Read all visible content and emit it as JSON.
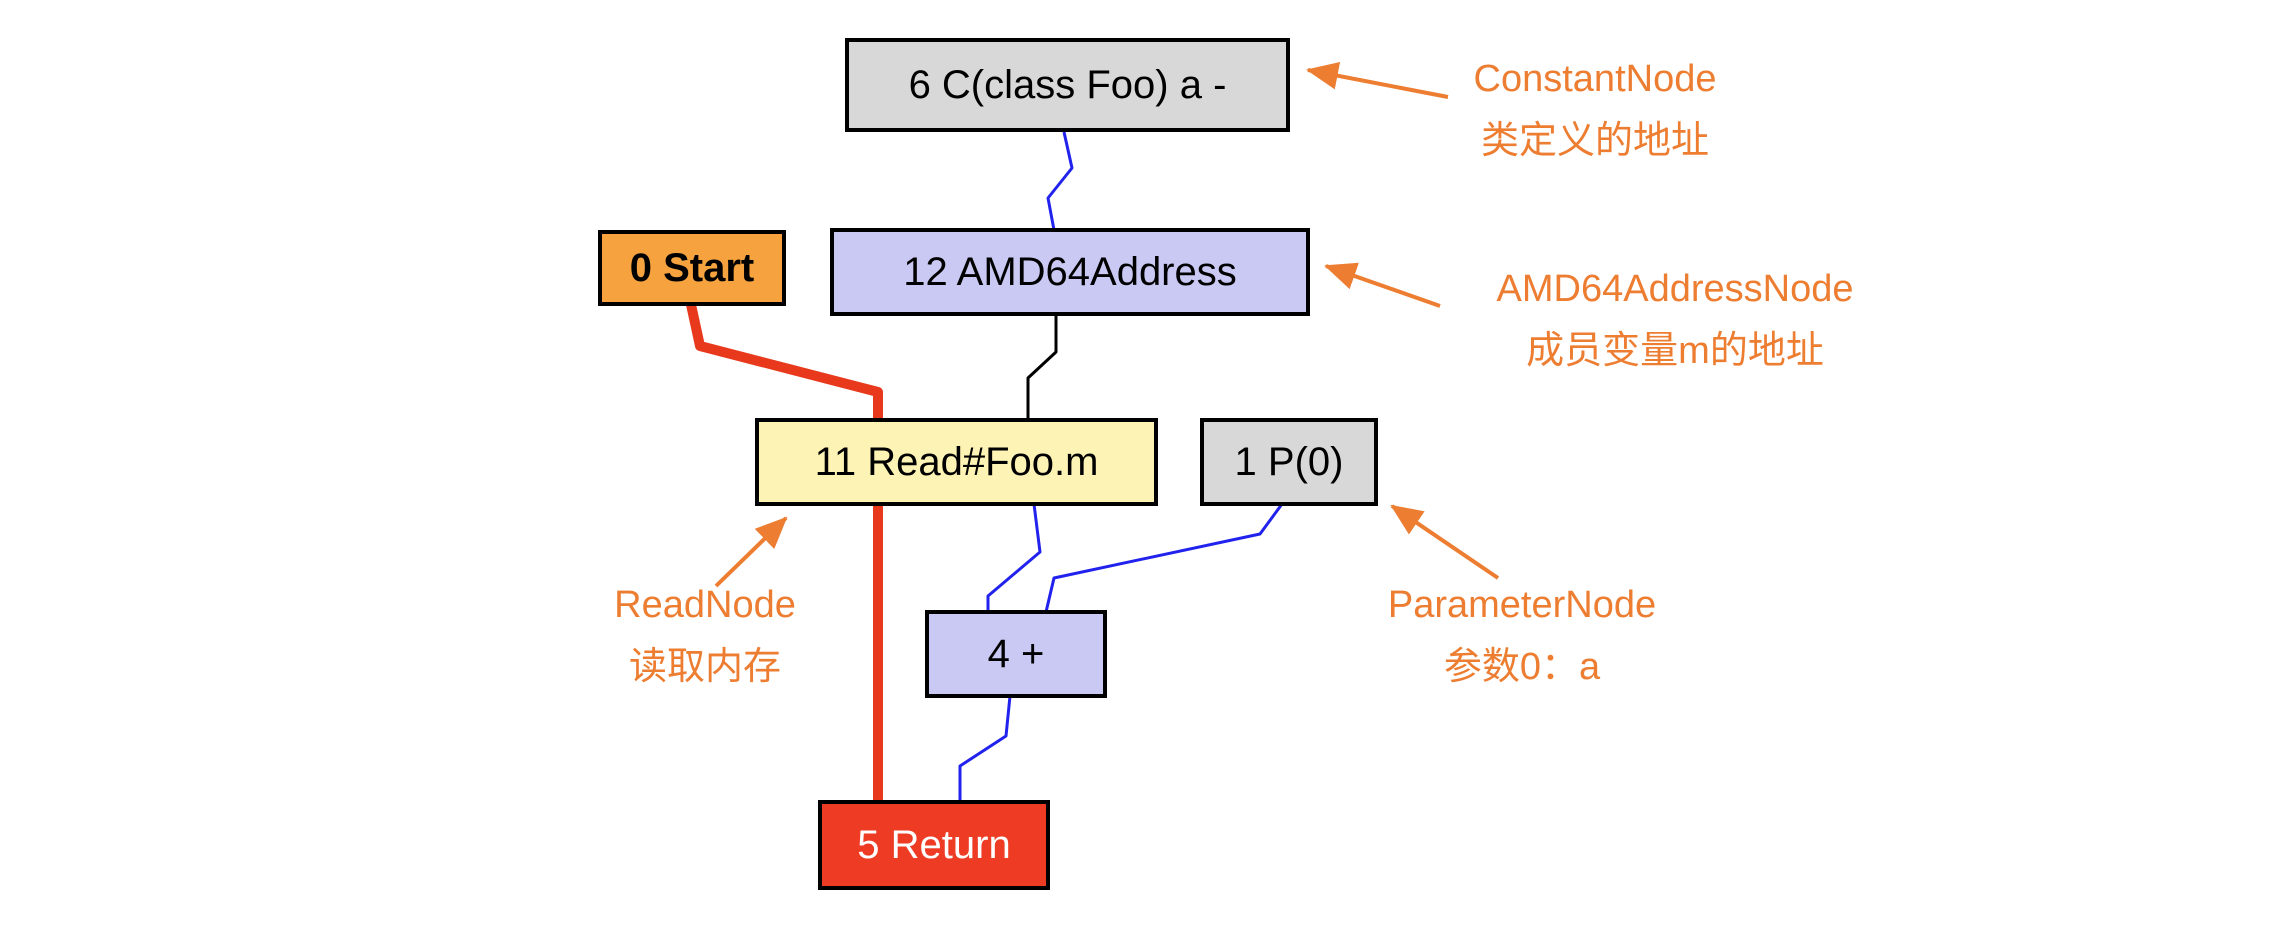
{
  "diagram": {
    "nodes": {
      "constant": {
        "label": "6 C(class Foo) a -",
        "fill": "#d8d8d8",
        "text": "#000000"
      },
      "start": {
        "label": "0 Start",
        "fill": "#f6a33f",
        "text": "#000000"
      },
      "address": {
        "label": "12 AMD64Address",
        "fill": "#c9c9f3",
        "text": "#000000"
      },
      "read": {
        "label": "11 Read#Foo.m",
        "fill": "#fcf3b4",
        "text": "#000000"
      },
      "param": {
        "label": "1 P(0)",
        "fill": "#d8d8d8",
        "text": "#000000"
      },
      "add": {
        "label": "4 +",
        "fill": "#c9c9f3",
        "text": "#000000"
      },
      "return": {
        "label": "5 Return",
        "fill": "#ee3b24",
        "text": "#ffffff"
      }
    },
    "annotations": {
      "constant": {
        "line1": "ConstantNode",
        "line2": "类定义的地址"
      },
      "address": {
        "line1": "AMD64AddressNode",
        "line2": "成员变量m的地址"
      },
      "read": {
        "line1": "ReadNode",
        "line2": "读取内存"
      },
      "param": {
        "line1": "ParameterNode",
        "line2": "参数0：a"
      }
    },
    "colors": {
      "annotation": "#ed7d31",
      "data_edge": "#2222ee",
      "memory_edge": "#000000",
      "control_edge": "#e8391d",
      "node_border": "#000000",
      "background": "#ffffff"
    }
  }
}
